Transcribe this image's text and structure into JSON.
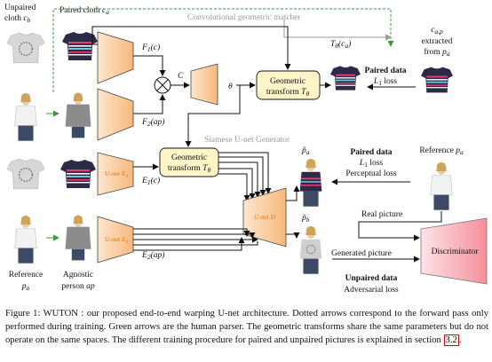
{
  "figure": {
    "unpaired_cloth": "Unpaired",
    "unpaired_cloth_2": "cloth",
    "unpaired_cloth_sym": "c",
    "unpaired_cloth_sub": "b",
    "paired_cloth": "Paired cloth",
    "paired_cloth_sym": "c",
    "paired_cloth_sub": "a",
    "conv_matcher": "Convolutional geometric matcher",
    "f1": "F",
    "f1_sub": "1",
    "f1_arg": "(c)",
    "f2": "F",
    "f2_sub": "2",
    "f2_arg": "(ap)",
    "c_label": "C",
    "theta": "θ",
    "geo_transform": "Geometric",
    "geo_transform_2": "transform",
    "geo_transform_sym": "T",
    "geo_transform_sub": "θ",
    "t_theta_ca": "T",
    "t_theta_ca_sub": "θ",
    "t_theta_ca_arg": "(c",
    "t_theta_ca_arg_sub": "a",
    "t_theta_ca_arg_end": ")",
    "paired_data": "Paired data",
    "l1_loss": "L",
    "l1_sub": "1",
    "loss_word": " loss",
    "extracted_sym": "c",
    "extracted_sub": "a,p",
    "extracted_1": "extracted",
    "extracted_2": "from",
    "extracted_from_sym": "p",
    "extracted_from_sub": "a",
    "siamese": "Siamese U-net Generator",
    "unet_e1": "U-net E",
    "unet_e1_sub": "1",
    "unet_e2": "U-net E",
    "unet_e2_sub": "2",
    "unet_d": "U-net D",
    "e1": "E",
    "e1_sub": "1",
    "e1_arg": "(c)",
    "e2": "E",
    "e2_sub": "2",
    "e2_arg": "(ap)",
    "p_tilde_a": "p̃",
    "p_tilde_a_sub": "a",
    "p_tilde_b": "p̃",
    "p_tilde_b_sub": "b",
    "paired_data_2": "Paired data",
    "l1_loss_2": "L",
    "l1_sub_2": "1",
    "loss_word_2": " loss",
    "perceptual_loss": "Perceptual loss",
    "reference_pa": "Reference",
    "reference_pa_sym": "p",
    "reference_pa_sub": "a",
    "real_picture": "Real picture",
    "generated_picture": "Generated picture",
    "discriminator": "Discriminator",
    "unpaired_data": "Unpaired data",
    "adversarial_loss": "Adversarial loss",
    "reference_bottom": "Reference",
    "reference_bottom_sym": "p",
    "reference_bottom_sub": "a",
    "agnostic": "Agnostic",
    "agnostic_2": "person",
    "agnostic_sym": "ap",
    "colors": {
      "encoder_fill": "#fbd2a8",
      "unet_label": "#e07a20",
      "geo_box": "#fff5c8",
      "disc_fill": "#f79aa4",
      "green": "#3c9a3c",
      "grey_line": "#9a9a9a",
      "shirt_dark": "#2c2a46",
      "stripe_pink": "#e33d70",
      "stripe_blue": "#6fc3e6"
    }
  },
  "caption": {
    "part1": "Figure 1:  WUTON : our proposed end-to-end warping U-net architecture. Dotted arrows correspond to the forward pass only performed during training.  Green arrows are the human parser.  The geometric transforms share the same parameters but do not operate on the same spaces. The different training procedure for paired and unpaired pictures is explained in section ",
    "ref": "3.2",
    "part2": "."
  }
}
